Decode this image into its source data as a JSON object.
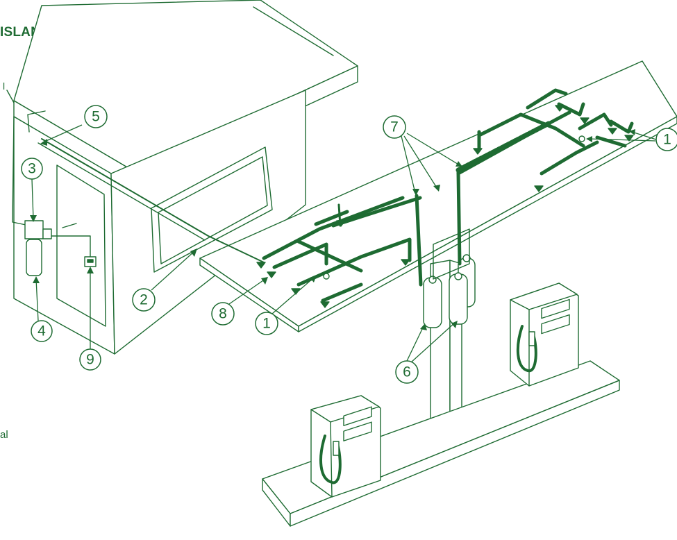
{
  "title": "ISLAND PROTECTION",
  "fragment_top": "l",
  "fragment_bottom": "al",
  "callouts": {
    "c1a": "1",
    "c1b": "1",
    "c2": "2",
    "c3": "3",
    "c4": "4",
    "c5": "5",
    "c6": "6",
    "c7": "7",
    "c8": "8",
    "c9": "9"
  },
  "colors": {
    "line": "#1e6b32",
    "background": "#ffffff"
  }
}
